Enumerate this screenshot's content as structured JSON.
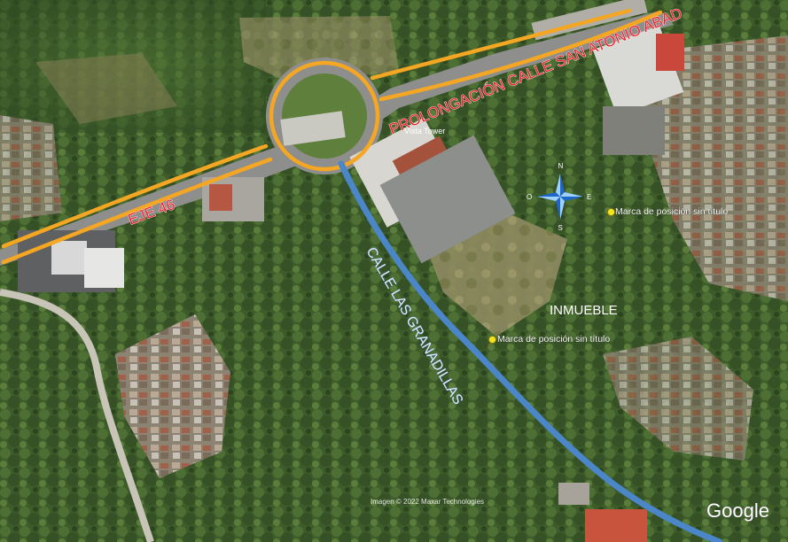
{
  "map": {
    "roads": [
      {
        "name": "PROLONGACIÓN CALLE SAN ATONIO ABAD",
        "color": "#f5a623"
      },
      {
        "name": "EJE 46",
        "color": "#f5a623"
      },
      {
        "name": "CALLE LAS GRANADILLAS",
        "color": "#4a86c8"
      }
    ],
    "parcel_label": "INMUEBLE",
    "poi": {
      "name": "Vista Tower"
    },
    "placemarks": [
      {
        "label": "Marca de posición sin título",
        "icon": "pushpin-yellow-icon"
      },
      {
        "label": "Marca de posición sin título",
        "icon": "pushpin-yellow-icon"
      }
    ],
    "compass": {
      "n": "N",
      "s": "S",
      "e": "E",
      "w": "O"
    },
    "attribution": "Imagen © 2022 Maxar Technologies",
    "logo": "Google"
  },
  "colors": {
    "vegetation": "#3f5f2c",
    "road_label": "#e8232d",
    "outline_road": "#f5a623",
    "outline_street": "#4a86c8"
  }
}
